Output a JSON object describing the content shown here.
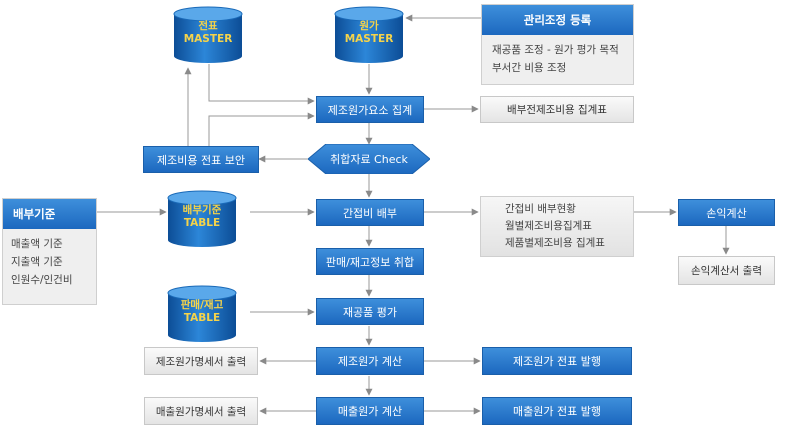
{
  "databases": {
    "voucher_master": [
      "전표",
      "MASTER"
    ],
    "cost_master": [
      "원가",
      "MASTER"
    ],
    "alloc_table": [
      "배부기준",
      "TABLE"
    ],
    "sales_table": [
      "판매/재고",
      "TABLE"
    ]
  },
  "panels": {
    "mgmt_adjust": {
      "title": "관리조정 등록",
      "lines": [
        "재공품 조정 - 원가 평가 목적",
        "부서간 비용 조정"
      ]
    },
    "alloc_basis": {
      "title": "배부기준",
      "lines": [
        "매출액 기준",
        "지출액 기준",
        "인원수/인건비"
      ]
    },
    "indirect_status": {
      "lines": [
        "간접비 배부현황",
        "월별제조비용집계표",
        "제품별제조비용 집계표"
      ]
    }
  },
  "process": {
    "cost_element_aggregate": "제조원가요소 집계",
    "data_check": "취합자료 Check",
    "voucher_correction": "제조비용 전표 보안",
    "indirect_allocation": "간접비 배부",
    "sales_inventory_collect": "판매/재고정보 취합",
    "wip_valuation": "재공품 평가",
    "mfg_cost_calc": "제조원가 계산",
    "sales_cost_calc": "매출원가 계산",
    "pl_calc": "손익계산"
  },
  "outputs": {
    "pre_alloc_report": "배부전제조비용 집계표",
    "pl_statement_print": "손익계산서 출력",
    "mfg_cost_statement_print": "제조원가명세서 출력",
    "sales_cost_statement_print": "매출원가명세서 출력",
    "mfg_cost_voucher_issue": "제조원가 전표 발행",
    "sales_cost_voucher_issue": "매출원가 전표 발행"
  }
}
